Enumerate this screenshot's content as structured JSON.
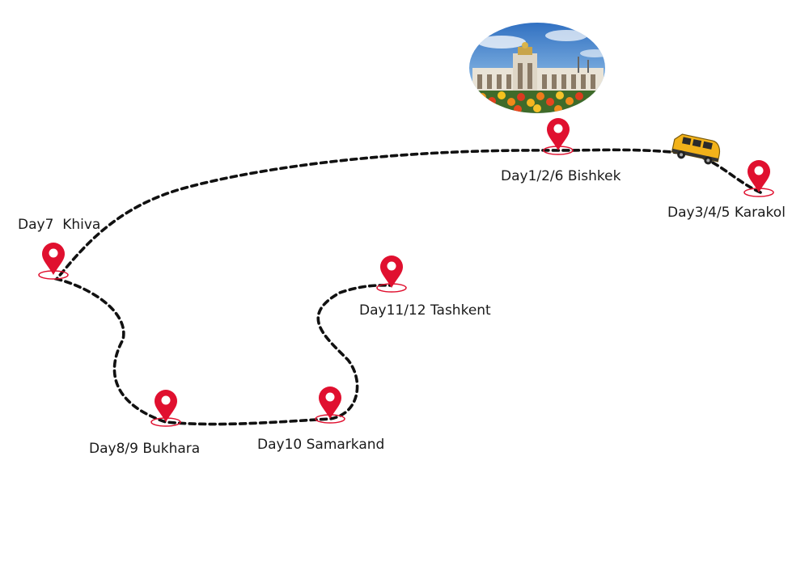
{
  "colors": {
    "pin": "#e0102f",
    "route": "#111111",
    "van": "#f2b21a"
  },
  "stops": [
    {
      "id": "bishkek",
      "label": "Day1/2/6 Bishkek",
      "icon": "map-pin-icon"
    },
    {
      "id": "karakol",
      "label": "Day3/4/5 Karakol",
      "icon": "map-pin-icon"
    },
    {
      "id": "khiva",
      "label": "Day7  Khiva",
      "icon": "map-pin-icon"
    },
    {
      "id": "bukhara",
      "label": "Day8/9 Bukhara",
      "icon": "map-pin-icon"
    },
    {
      "id": "samarkand",
      "label": "Day10 Samarkand",
      "icon": "map-pin-icon"
    },
    {
      "id": "tashkent",
      "label": "Day11/12 Tashkent",
      "icon": "map-pin-icon"
    }
  ],
  "vehicle_icon": "minivan-icon",
  "photo_icon": "bishkek-photo"
}
